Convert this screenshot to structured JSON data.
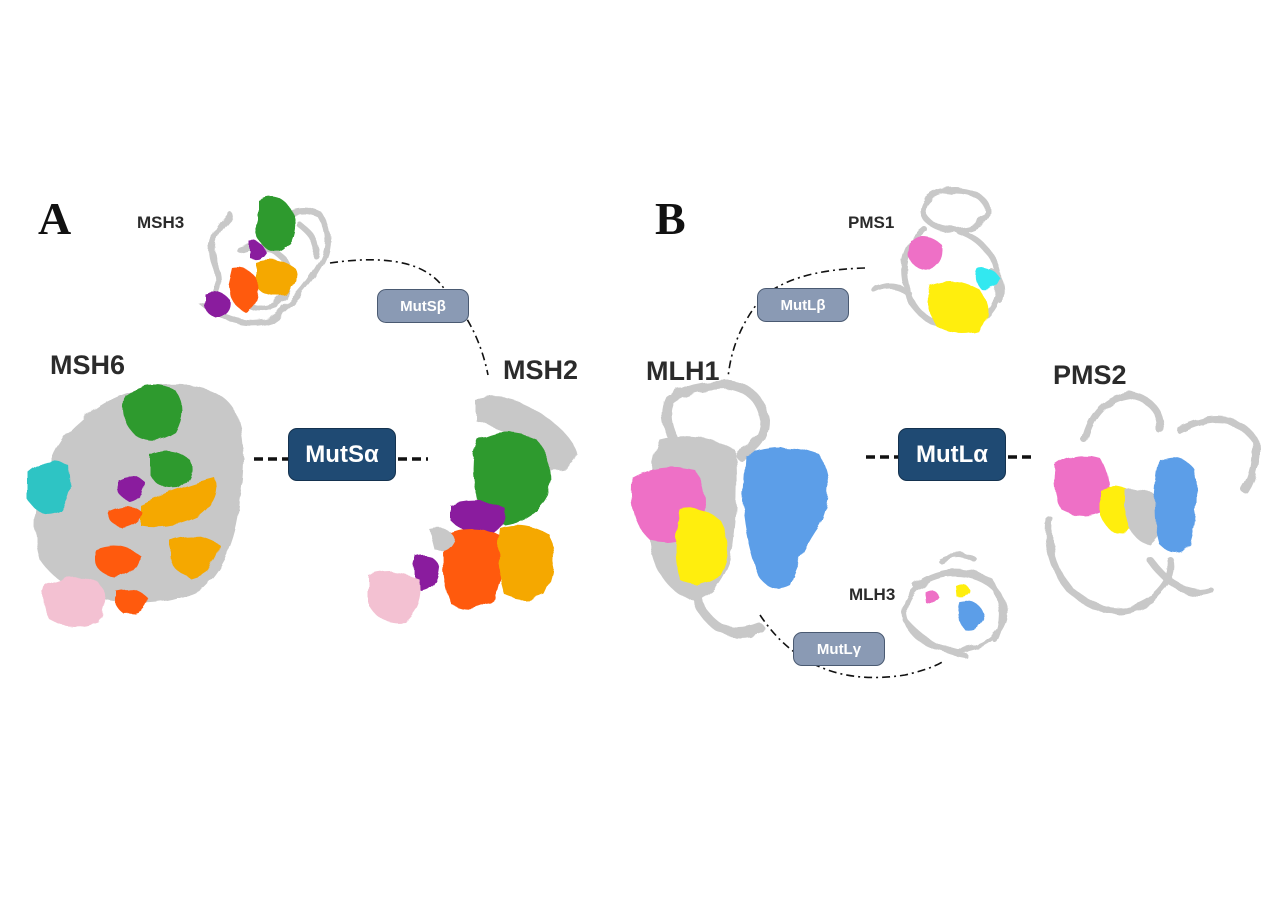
{
  "panels": {
    "a": "A",
    "b": "B"
  },
  "proteins": {
    "msh3": "MSH3",
    "msh6": "MSH6",
    "msh2": "MSH2",
    "pms1": "PMS1",
    "mlh1": "MLH1",
    "pms2": "PMS2",
    "mlh3": "MLH3"
  },
  "complexes": {
    "mutsa": "MutSα",
    "mutsb": "MutSβ",
    "mutla": "MutLα",
    "mutlb": "MutLβ",
    "mutlg": "MutLγ"
  },
  "colors": {
    "major_box": "#1f4a73",
    "minor_box": "#8a9ab4",
    "backbone": "#c8c8c8",
    "green": "#2e9a2e",
    "orange": "#f5a800",
    "red_orange": "#ff5a10",
    "purple": "#8a1a9e",
    "teal": "#2ec4c4",
    "pink_light": "#f3c1d2",
    "magenta": "#ee6fc6",
    "yellow": "#ffee10",
    "blue": "#5b9ee8",
    "cyan": "#30e8f0"
  }
}
